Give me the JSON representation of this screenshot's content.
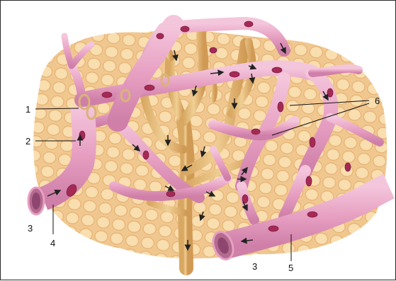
{
  "labels": {
    "l1": "1",
    "l2": "2",
    "l3_left": "3",
    "l4": "4",
    "l3_right": "3",
    "l5": "5",
    "l6": "6"
  },
  "colors": {
    "vessel": "#e9a2c4",
    "vessel_dark": "#b5668f",
    "vessel_highlight": "#f6d3e4",
    "lymph": "#e3b978",
    "lymph_dark": "#b88844",
    "tissue": "#f2c98c",
    "tissue_cell": "#f8dcae",
    "blood_cell": "#b0305a",
    "arrow": "#222222"
  }
}
